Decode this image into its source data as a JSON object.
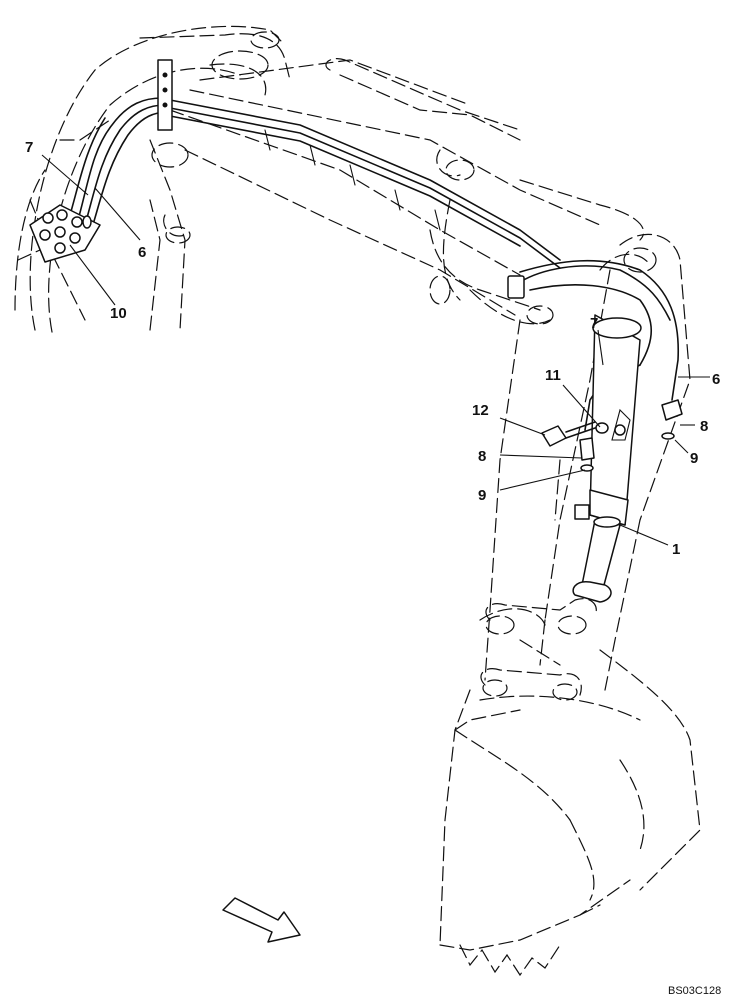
{
  "diagram": {
    "callouts": [
      {
        "id": "c7a",
        "text": "7"
      },
      {
        "id": "c6a",
        "text": "6"
      },
      {
        "id": "c10",
        "text": "10"
      },
      {
        "id": "c7b",
        "text": "7"
      },
      {
        "id": "c6b",
        "text": "6"
      },
      {
        "id": "c11",
        "text": "11"
      },
      {
        "id": "c12",
        "text": "12"
      },
      {
        "id": "c8a",
        "text": "8"
      },
      {
        "id": "c8b",
        "text": "8"
      },
      {
        "id": "c9a",
        "text": "9"
      },
      {
        "id": "c9b",
        "text": "9"
      },
      {
        "id": "c1",
        "text": "1"
      }
    ],
    "drawing_code": "BS03C128",
    "direction_arrow_icon": "front-direction-arrow-icon"
  }
}
